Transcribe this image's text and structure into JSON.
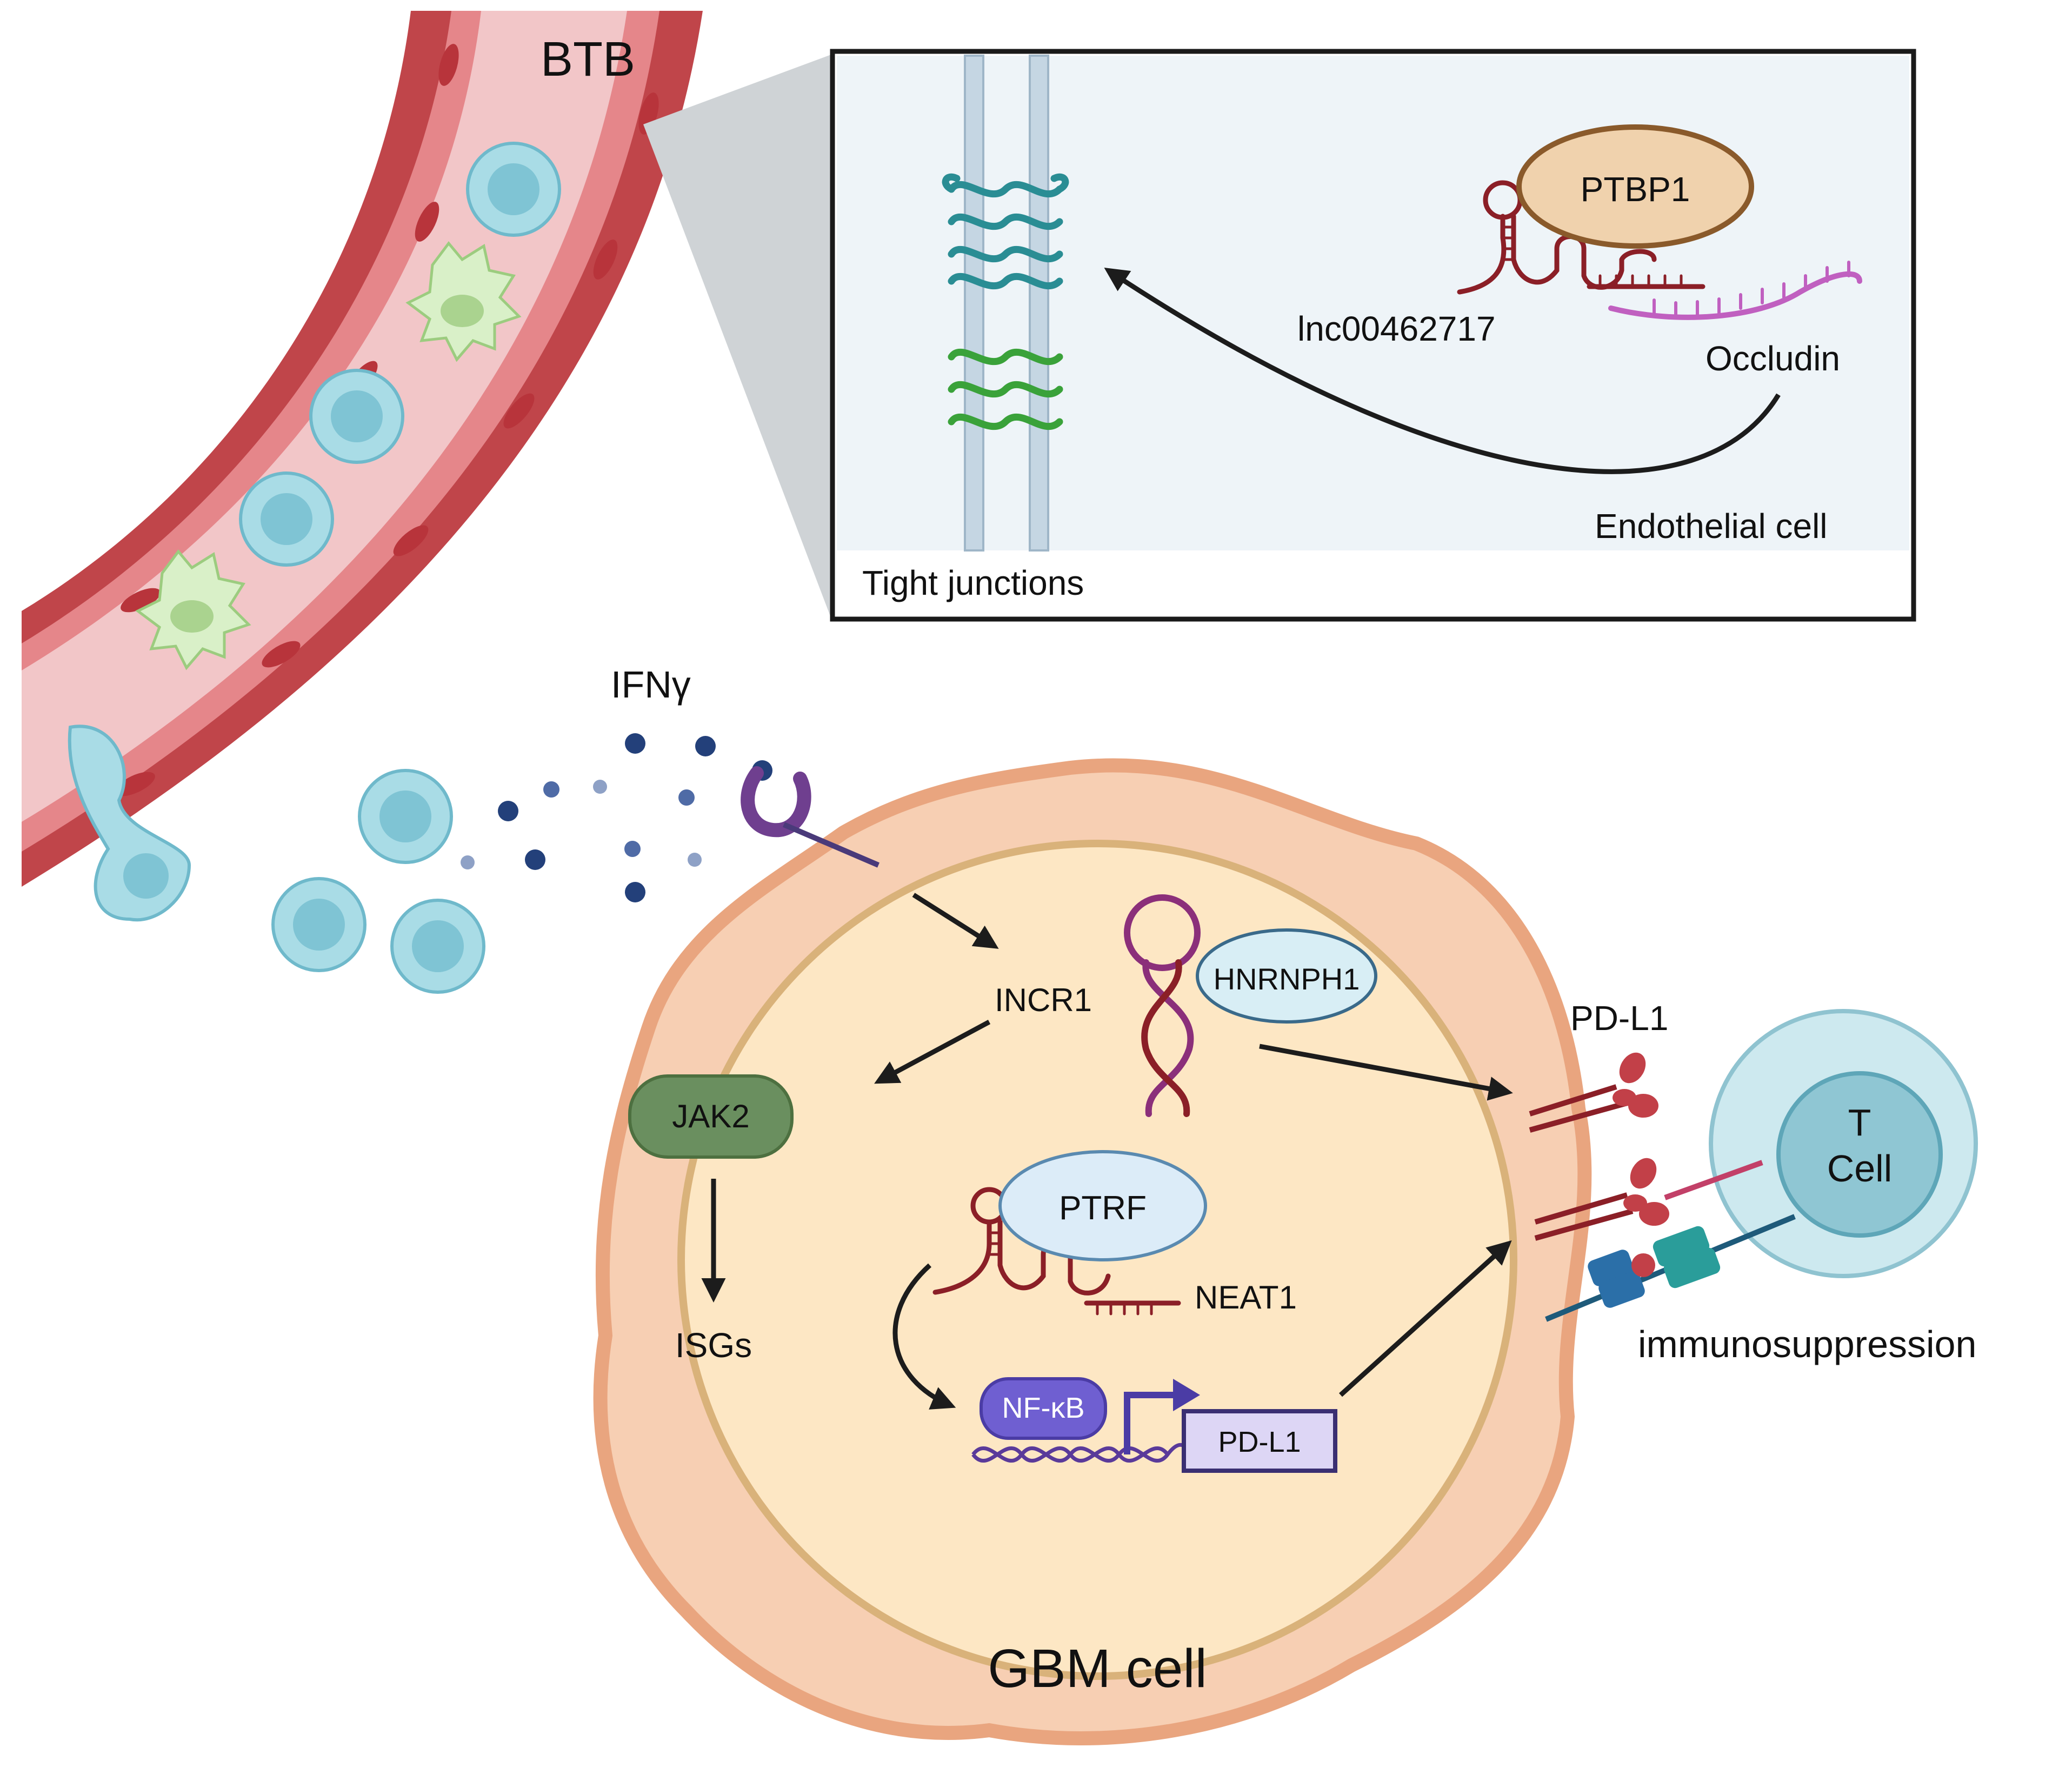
{
  "vessel": {
    "label": "BTB",
    "wall_color": "#c0454a",
    "lumen_color": "#f2c6c8"
  },
  "inset": {
    "protein_label": "PTBP1",
    "lncrna_label": "lnc00462717",
    "target_label": "Occludin",
    "cell_label": "Endothelial cell",
    "junction_label": "Tight junctions"
  },
  "ifn": {
    "label": "IFNγ"
  },
  "gbm": {
    "cell_label": "GBM cell",
    "incr1_label": "INCR1",
    "hnrnph1_label": "HNRNPH1",
    "jak2_label": "JAK2",
    "isgs_label": "ISGs",
    "ptrf_label": "PTRF",
    "neat1_label": "NEAT1",
    "nfkb_label": "NF-κB",
    "pdl1_gene_label": "PD-L1"
  },
  "surface": {
    "pdl1_label": "PD-L1",
    "outcome_label": "immunosuppression"
  },
  "tcell": {
    "label_line1": "T",
    "label_line2": "Cell"
  },
  "colors": {
    "cytoplasm": "#f7cfb3",
    "membrane": "#e9a57f",
    "nucleus": "#fde7c4",
    "nucleus_border": "#d9b27a",
    "immune_cell": "#a9dce6",
    "rna": "#8b1f27",
    "jak2": "#6a8f5f",
    "nfkb": "#6f5fd1",
    "arrow": "#1c1c1c"
  }
}
